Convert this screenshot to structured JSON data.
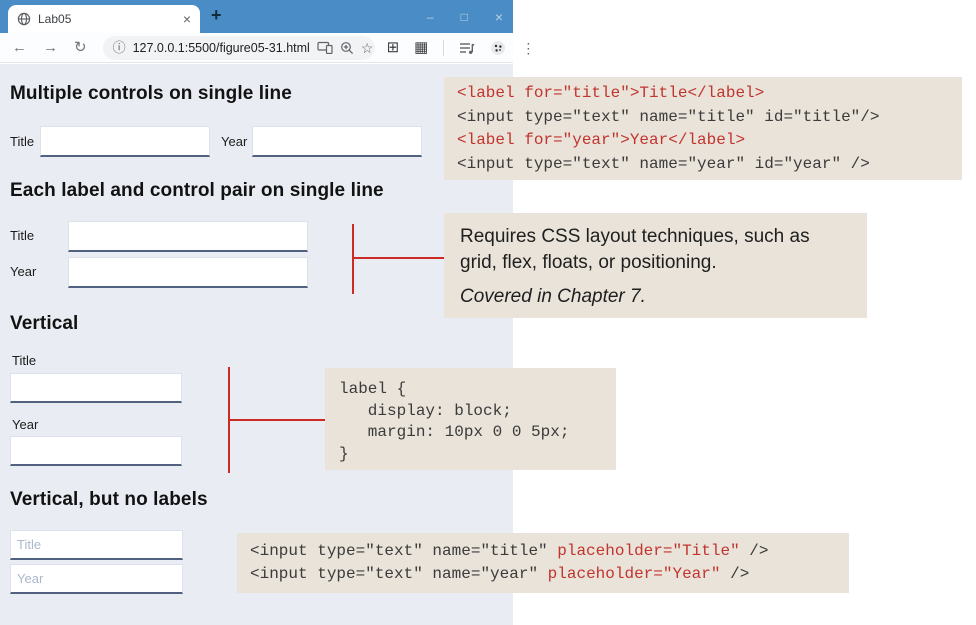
{
  "browser": {
    "tab": {
      "title": "Lab05"
    },
    "toolbar": {
      "url": "127.0.0.1:5500/figure05-31.html"
    },
    "icons": {
      "back": "←",
      "forward": "→",
      "reload": "↻",
      "site_info": "ⓘ",
      "star": "☆",
      "apps_grid": "⊞",
      "table_grid": "▦",
      "kebab": "⋮",
      "tab_close": "×",
      "new_tab": "+",
      "win_min": "–",
      "win_max": "□",
      "win_close": "×"
    }
  },
  "page": {
    "sections": [
      {
        "heading": "Multiple controls on single line"
      },
      {
        "heading": "Each label and control pair on single line"
      },
      {
        "heading": "Vertical"
      },
      {
        "heading": "Vertical, but no labels"
      }
    ],
    "labels": {
      "title": "Title",
      "year": "Year"
    },
    "placeholders": {
      "title": "Title",
      "year": "Year"
    }
  },
  "annotations": {
    "code1": {
      "lines": [
        [
          {
            "t": "<label for=\"title\">Title</label>",
            "c": "red"
          }
        ],
        [
          {
            "t": "<input type=\"text\" name=\"title\" id=\"title\"/>",
            "c": "dark"
          }
        ],
        [
          {
            "t": "<label for=\"year\">Year</label>",
            "c": "red"
          }
        ],
        [
          {
            "t": "<input type=\"text\" name=\"year\" id=\"year\" />",
            "c": "dark"
          }
        ]
      ]
    },
    "note": {
      "text": "Requires CSS layout techniques, such as grid, flex, floats, or positioning.",
      "italic": "Covered in Chapter 7."
    },
    "code_css": {
      "lines": [
        [
          {
            "t": "label {",
            "c": "dark"
          }
        ],
        [
          {
            "t": "   display: block;",
            "c": "dark"
          }
        ],
        [
          {
            "t": "   margin: 10px 0 0 5px;",
            "c": "dark"
          }
        ],
        [
          {
            "t": "}",
            "c": "dark"
          }
        ]
      ]
    },
    "code2": {
      "lines": [
        [
          {
            "t": "<input type=\"text\" name=\"title\" ",
            "c": "dark"
          },
          {
            "t": "placeholder=\"Title\"",
            "c": "red"
          },
          {
            "t": " />",
            "c": "dark"
          }
        ],
        [
          {
            "t": "<input type=\"text\" name=\"year\" ",
            "c": "dark"
          },
          {
            "t": "placeholder=\"Year\"",
            "c": "red"
          },
          {
            "t": " />",
            "c": "dark"
          }
        ]
      ]
    }
  },
  "colors": {
    "titlebar_blue": "#4a8cc5",
    "content_bg": "#e9edf3",
    "annotation_bg": "#e9e3d9",
    "code_red": "#c2342e",
    "code_dark": "#3b3b3b",
    "connector_red": "#cc2a25",
    "input_underline": "#526180"
  }
}
